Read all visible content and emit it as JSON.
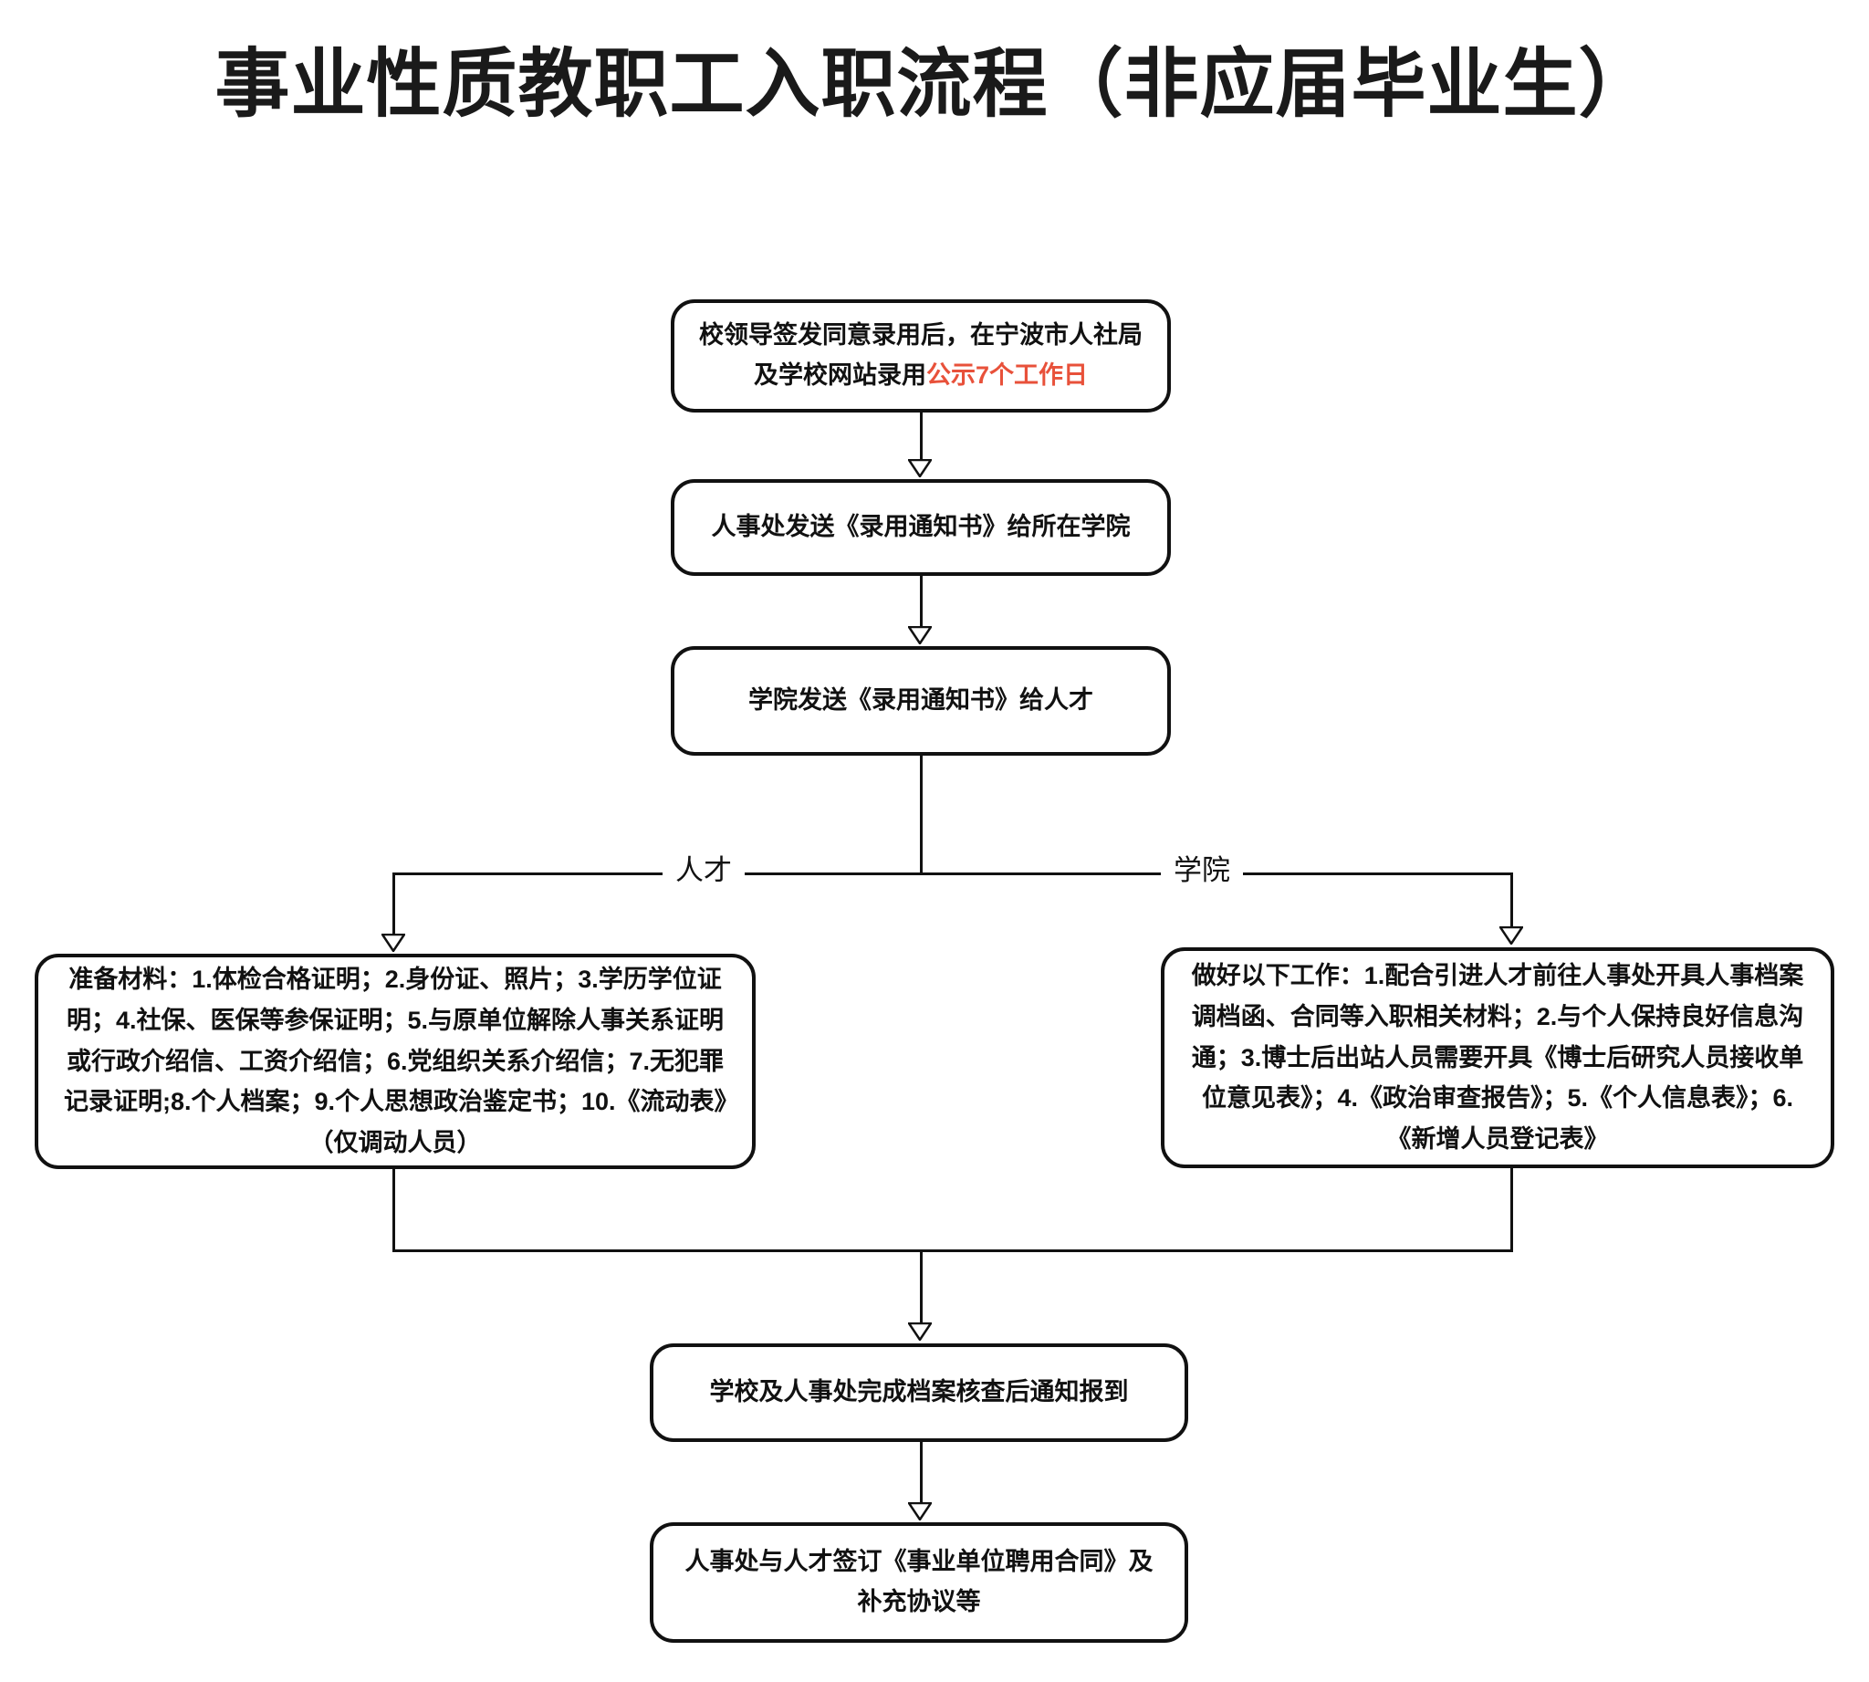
{
  "document": {
    "title": "事业性质教职工入职流程（非应届毕业生）",
    "type": "flowchart"
  },
  "theme": {
    "line_color": "#111111",
    "text_color": "#111111",
    "accent_color": "#e8513a",
    "background": "#ffffff"
  },
  "chart_data": {
    "type": "flowchart",
    "title": "事业性质教职工入职流程（非应届毕业生）",
    "orientation": "top-to-bottom",
    "nodes": [
      {
        "id": "publicity",
        "label": "校领导签发同意录用后，在宁波市人社局及学校网站录用公示7个工作日",
        "label_plain": "校领导签发同意录用后，在宁波市人社局及学校网站录用",
        "label_accent": "公示7个工作日",
        "shape": "rounded-rect"
      },
      {
        "id": "hr-notice",
        "label": "人事处发送《录用通知书》给所在学院",
        "shape": "rounded-rect"
      },
      {
        "id": "college-notice",
        "label": "学院发送《录用通知书》给人才",
        "shape": "rounded-rect"
      },
      {
        "id": "talent-docs",
        "label": "准备材料：1.体检合格证明；2.身份证、照片；3.学历学位证明；4.社保、医保等参保证明；5.与原单位解除人事关系证明或行政介绍信、工资介绍信；6.党组织关系介绍信；7.无犯罪记录证明;8.个人档案；9.个人思想政治鉴定书；10.《流动表》（仅调动人员）",
        "shape": "rounded-rect",
        "branch": "人才"
      },
      {
        "id": "college-task",
        "label": "做好以下工作：1.配合引进人才前往人事处开具人事档案调档函、合同等入职相关材料；2.与个人保持良好信息沟通；3.博士后出站人员需要开具《博士后研究人员接收单位意见表》；4.《政治审查报告》；5.《个人信息表》；6.《新增人员登记表》",
        "shape": "rounded-rect",
        "branch": "学院"
      },
      {
        "id": "archive-check",
        "label": "学校及人事处完成档案核查后通知报到",
        "shape": "rounded-rect"
      },
      {
        "id": "contract",
        "label": "人事处与人才签订《事业单位聘用合同》及补充协议等",
        "shape": "rounded-rect"
      }
    ],
    "branch_labels": [
      "人才",
      "学院"
    ],
    "edges": [
      {
        "from": "publicity",
        "to": "hr-notice",
        "label": ""
      },
      {
        "from": "hr-notice",
        "to": "college-notice",
        "label": ""
      },
      {
        "from": "college-notice",
        "to": "talent-docs",
        "label": "人才"
      },
      {
        "from": "college-notice",
        "to": "college-task",
        "label": "学院"
      },
      {
        "from": "talent-docs",
        "to": "archive-check",
        "label": ""
      },
      {
        "from": "college-task",
        "to": "archive-check",
        "label": ""
      },
      {
        "from": "archive-check",
        "to": "contract",
        "label": ""
      }
    ]
  },
  "nodes": {
    "publicity": {
      "text_before": "校领导签发同意录用后，在宁波市人社局及学校网站录用",
      "text_accent": "公示7个工作日"
    },
    "hr_notice": {
      "text": "人事处发送《录用通知书》给所在学院"
    },
    "college_notice": {
      "text": "学院发送《录用通知书》给人才"
    },
    "talent_docs": {
      "text": "准备材料：1.体检合格证明；2.身份证、照片；3.学历学位证明；4.社保、医保等参保证明；5.与原单位解除人事关系证明或行政介绍信、工资介绍信；6.党组织关系介绍信；7.无犯罪记录证明;8.个人档案；9.个人思想政治鉴定书；10.《流动表》（仅调动人员）"
    },
    "college_task": {
      "text": "做好以下工作：1.配合引进人才前往人事处开具人事档案调档函、合同等入职相关材料；2.与个人保持良好信息沟通；3.博士后出站人员需要开具《博士后研究人员接收单位意见表》；4.《政治审查报告》；5.《个人信息表》；6.《新增人员登记表》"
    },
    "archive_check": {
      "text": "学校及人事处完成档案核查后通知报到"
    },
    "contract": {
      "text": "人事处与人才签订《事业单位聘用合同》及补充协议等"
    }
  },
  "branches": {
    "left_label": "人才",
    "right_label": "学院"
  }
}
